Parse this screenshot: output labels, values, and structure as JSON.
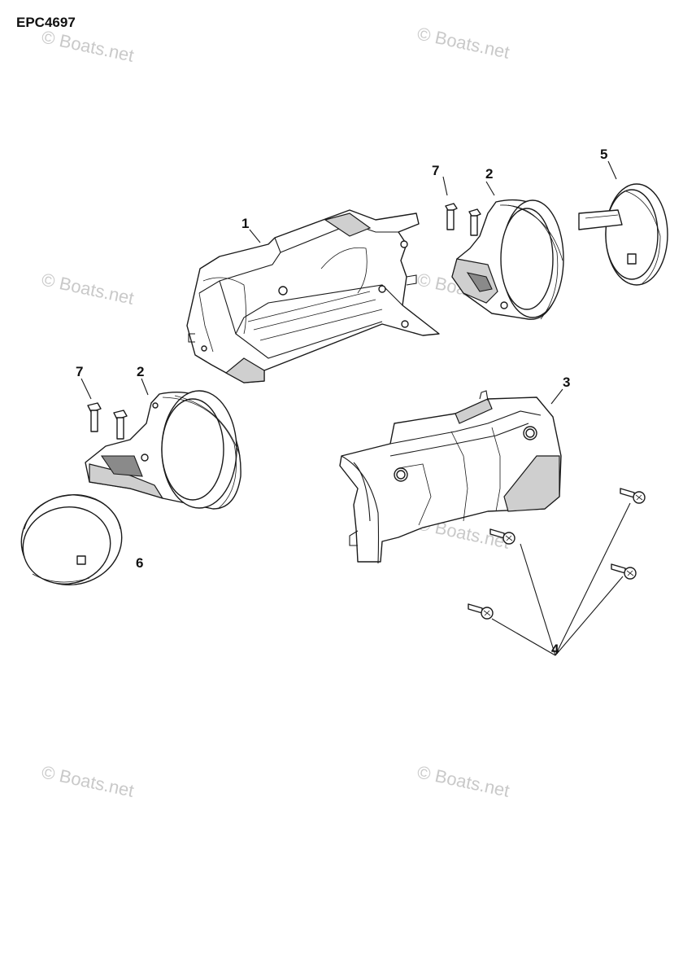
{
  "diagram_code": "EPC4697",
  "watermark": "© Boats.net",
  "callouts": {
    "c1": "1",
    "c2a": "2",
    "c2b": "2",
    "c3": "3",
    "c4": "4",
    "c5": "5",
    "c6": "6",
    "c7a": "7",
    "c7b": "7"
  }
}
